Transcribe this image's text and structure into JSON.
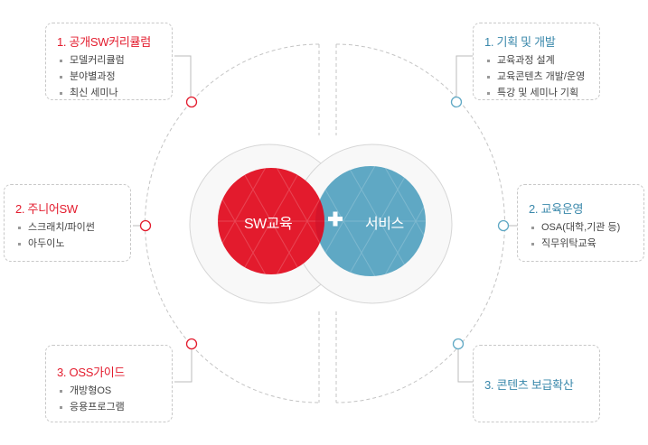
{
  "center": {
    "left_label": "SW교육",
    "right_label": "서비스",
    "plus_icon": "plus-icon"
  },
  "colors": {
    "red": "#e31b2d",
    "blue": "#5fa8c4",
    "blue_title": "#3a88ab"
  },
  "left": [
    {
      "title": "1. 공개SW커리큘럼",
      "items": [
        "모델커리큘럼",
        "분야별과정",
        "최신 세미나"
      ]
    },
    {
      "title": "2. 주니어SW",
      "items": [
        "스크래치/파이썬",
        "아두이노"
      ]
    },
    {
      "title": "3. OSS가이드",
      "items": [
        "개방형OS",
        "응용프로그램"
      ]
    }
  ],
  "right": [
    {
      "title": "1. 기획 및 개발",
      "items": [
        "교육과정 설계",
        "교육콘텐츠 개발/운영",
        "특강 및 세미나 기획"
      ]
    },
    {
      "title": "2. 교육운영",
      "items": [
        "OSA(대학,기관 등)",
        "직무위탁교육"
      ]
    },
    {
      "title": "3. 콘텐츠 보급확산",
      "items": []
    }
  ]
}
